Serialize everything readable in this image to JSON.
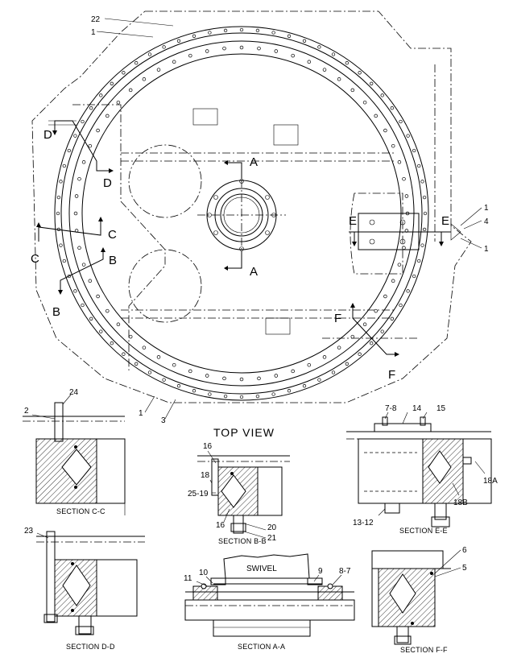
{
  "view_title": "TOP VIEW",
  "section_arrows": {
    "a_top": "A",
    "a_bottom": "A",
    "b_left": "B",
    "b_right": "B",
    "c_left": "C",
    "c_right": "C",
    "d_left": "D",
    "d_right": "D",
    "e_left": "E",
    "e_right": "E",
    "f_left": "F",
    "f_right": "F"
  },
  "top_view_callouts": {
    "c22": "22",
    "c1_top": "1",
    "c1_right_top": "1",
    "c4": "4",
    "c1_right_bottom": "1",
    "c1_bottom": "1",
    "c3": "3"
  },
  "section_cc": {
    "caption": "SECTION C-C",
    "callouts": {
      "c2": "2",
      "c24": "24"
    }
  },
  "section_bb": {
    "caption": "SECTION B-B",
    "callouts": {
      "c16_top": "16",
      "c18": "18",
      "c25_19": "25-19",
      "c16_bottom": "16",
      "c20": "20",
      "c21": "21"
    }
  },
  "section_ee": {
    "caption": "SECTION E-E",
    "callouts": {
      "c7_8": "7-8",
      "c14": "14",
      "c15": "15",
      "c18a": "18A",
      "c18b": "18B",
      "c13_12": "13-12"
    }
  },
  "section_dd": {
    "caption": "SECTION D-D",
    "callouts": {
      "c23": "23"
    }
  },
  "section_aa": {
    "caption": "SECTION A-A",
    "swivel_label": "SWIVEL",
    "callouts": {
      "c11": "11",
      "c10": "10",
      "c9": "9",
      "c8_7": "8-7"
    }
  },
  "section_ff": {
    "caption": "SECTION F-F",
    "callouts": {
      "c6": "6",
      "c5": "5"
    }
  }
}
